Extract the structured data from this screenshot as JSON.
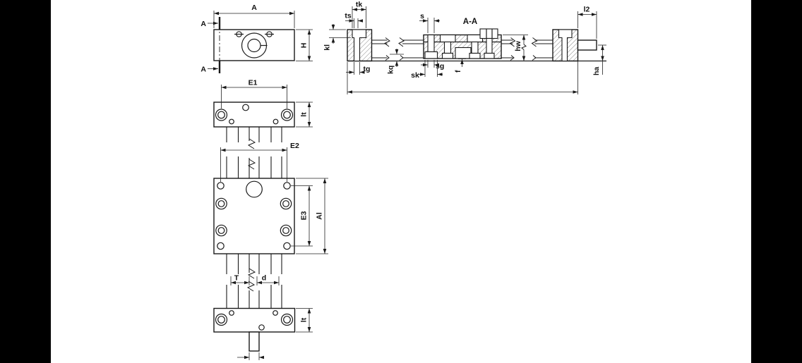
{
  "page": {
    "letterbox_color": "#000000",
    "paper_color": "#ffffff",
    "ink_color": "#1a1a1a"
  },
  "drawing": {
    "type": "engineering-drawing-linear-unit",
    "section_title": "A-A",
    "section_marker": "A",
    "labels": {
      "A": "A",
      "H": "H",
      "E1": "E1",
      "lt": "lt",
      "E2": "E2",
      "E3": "E3",
      "Al": "Al",
      "T": "T",
      "d": "d",
      "tk": "tk",
      "ts": "ts",
      "kl": "kl",
      "tg": "tg",
      "kq": "kq",
      "s": "s",
      "sg": "sg",
      "sk": "sk",
      "f": "f",
      "hw": "hw",
      "l2": "l2",
      "ha": "ha"
    }
  }
}
